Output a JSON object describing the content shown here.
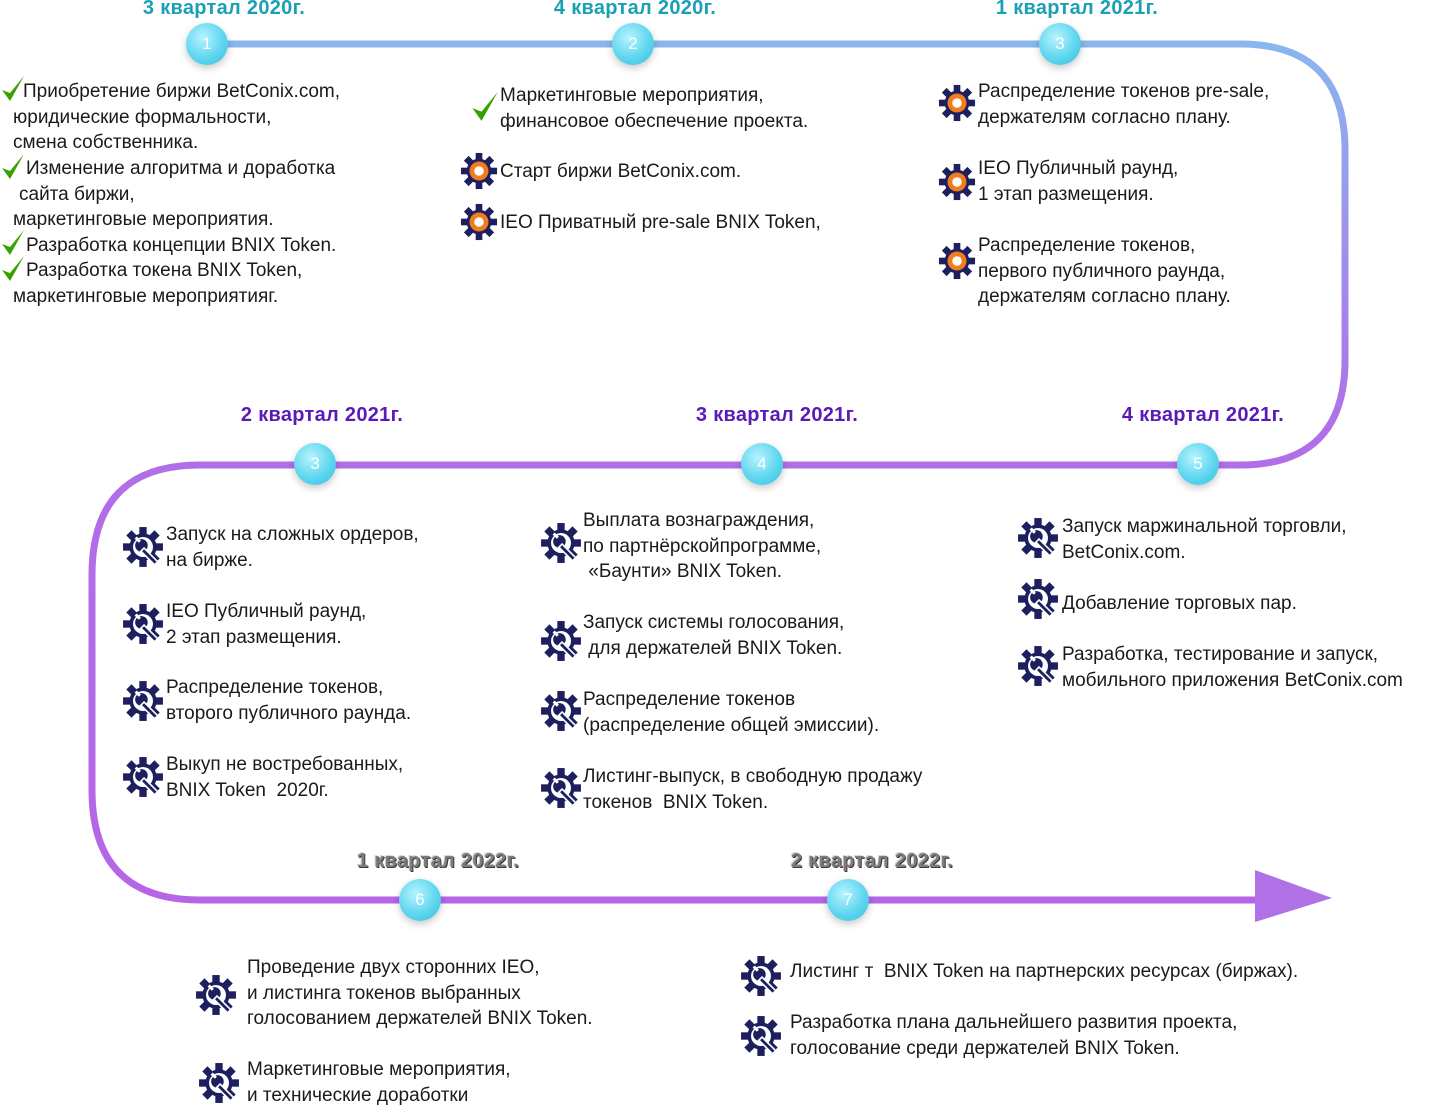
{
  "quarters": [
    {
      "label": "3 квартал 2020г.",
      "num": "1"
    },
    {
      "label": "4 квартал 2020г.",
      "num": "2"
    },
    {
      "label": "1 квартал 2021г.",
      "num": "3"
    },
    {
      "label": "2 квартал 2021г.",
      "num": "3"
    },
    {
      "label": "3 квартал 2021г.",
      "num": "4"
    },
    {
      "label": "4 квартал 2021г.",
      "num": "5"
    },
    {
      "label": "1 квартал 2022г.",
      "num": "6"
    },
    {
      "label": "2 квартал 2022г.",
      "num": "7"
    }
  ],
  "colors": {
    "track_start": "#8ab6ee",
    "track_end": "#b565e6",
    "teal_title": "#1a9fb4",
    "violet_title": "#5a1ab8",
    "node": "#5fd6ef",
    "check": "#3aa000",
    "gear_orange": "#f07c1c",
    "gear_navy": "#1e1f5e"
  },
  "icons": {
    "done": "check-icon",
    "in_progress": "orange-gear-icon",
    "planned": "gear-wrench-icon"
  },
  "q1_items": [
    "Приобретение биржи BetConix.com,",
    "юридические формальности,",
    "смена собственника.",
    "Изменение алгоритма и доработка",
    "сайта биржи,",
    "маркетинговые мероприятия.",
    "Разработка концепции BNIX Token.",
    "Разработка токена BNIX Token,",
    "маркетинговые мероприятияг."
  ],
  "q2_items": [
    "Маркетинговые мероприятия,\nфинансовое обеспечение проекта.",
    "Старт биржи BetConix.com.",
    "IEO Приватный pre-sale BNIX Token,"
  ],
  "q3_items": [
    "Распределение токенов pre-sale,\nдержателям согласно плану.",
    "IEO Публичный раунд,\n1 этап размещения.",
    "Распределение токенов,\nпервого публичного раунда,\nдержателям согласно плану."
  ],
  "q4_items": [
    "Запуск на сложных ордеров,\nна бирже.",
    "IEO Публичный раунд,\n2 этап размещения.",
    "Распределение токенов,\nвторого публичного раунда.",
    "Выкуп не востребованных,\nBNIX Token  2020г."
  ],
  "q5_items": [
    "Выплата вознаграждения,\nпо партнёрскойпрограмме,\n «Баунти» BNIX Token.",
    "Запуск системы голосования,\n для держателей BNIX Token.",
    "Распределение токенов\n(распределение общей эмиссии).",
    "Листинг-выпуск, в свободную продажу\nтокенов  BNIX Token."
  ],
  "q6_items": [
    "Запуск маржинальной торговли,\nBetConix.com.",
    "Добавление торговых пар.",
    "Разработка, тестирование и запуск,\nмобильного приложения BetConix.com"
  ],
  "q7_items": [
    "Проведение двух сторонних IEO,\nи листинга токенов выбранных\nголосованием держателей BNIX Token.",
    "Маркетинговые мероприятия,\nи технические доработки"
  ],
  "q8_items": [
    "Листинг т  BNIX Token на партнерских ресурсах (биржах).",
    "Разработка плана дальнейшего развития проекта,\nголосование среди держателей BNIX Token."
  ]
}
